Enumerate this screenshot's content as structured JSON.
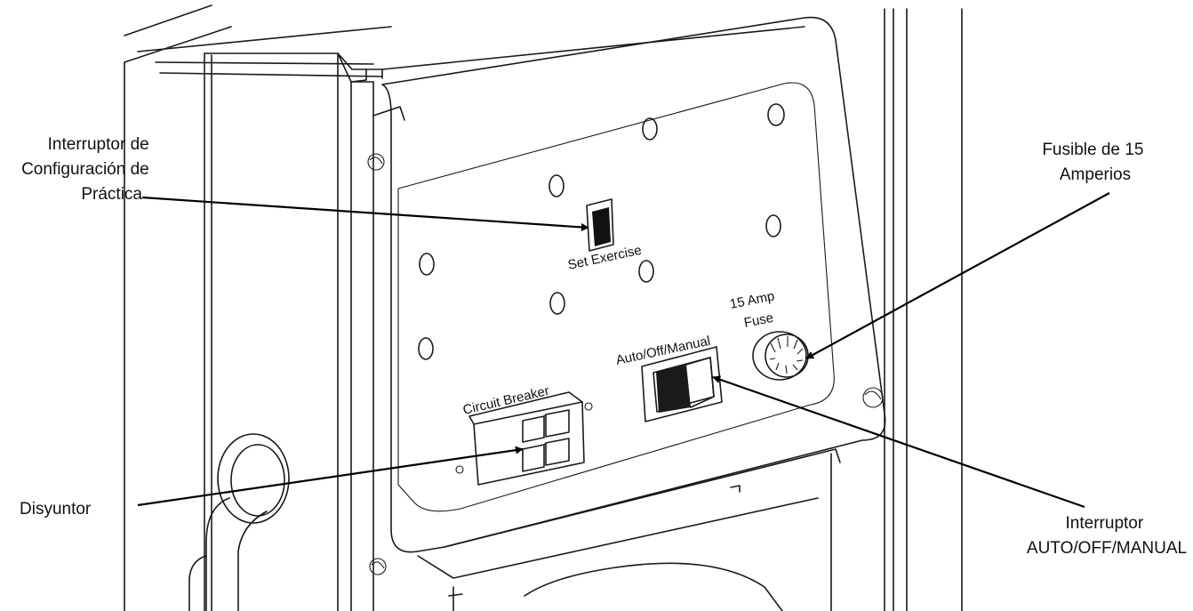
{
  "callouts": {
    "exercise_switch": [
      "Interruptor de",
      "Configuración de",
      "Práctica"
    ],
    "fuse": [
      "Fusible de 15",
      "Amperios"
    ],
    "breaker": [
      "Disyuntor"
    ],
    "auto_switch": [
      "Interruptor",
      "AUTO/OFF/MANUAL"
    ]
  },
  "panel_labels": {
    "set_exercise": "Set Exercise",
    "fuse_line1": "15 Amp",
    "fuse_line2": "Fuse",
    "auto_off_manual": "Auto/Off/Manual",
    "circuit_breaker": "Circuit Breaker"
  }
}
